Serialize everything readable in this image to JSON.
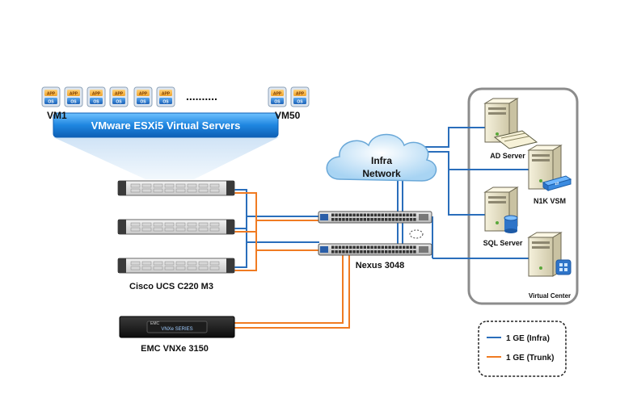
{
  "vm": {
    "first_label": "VM1",
    "last_label": "VM50",
    "app_text": "APP",
    "os_text": "OS",
    "dots": "..........",
    "banner": "VMware ESXi5  Virtual Servers"
  },
  "cloud": {
    "line1": "Infra",
    "line2": "Network"
  },
  "labels": {
    "ucs": "Cisco UCS C220 M3",
    "nexus": "Nexus 3048",
    "emc": "EMC VNXe 3150",
    "emc_logo": "EMC",
    "emc_badge": "VNXe SERIES"
  },
  "servers": {
    "ad": "AD Server",
    "n1k": "N1K VSM",
    "sql": "SQL Server",
    "vc": "Virtual Center"
  },
  "legend": {
    "infra": "1 GE (Infra)",
    "trunk": "1 GE (Trunk)"
  },
  "colors": {
    "infra": "#2a6ebb",
    "trunk": "#f07b22",
    "banner": "#2d8fe0"
  }
}
